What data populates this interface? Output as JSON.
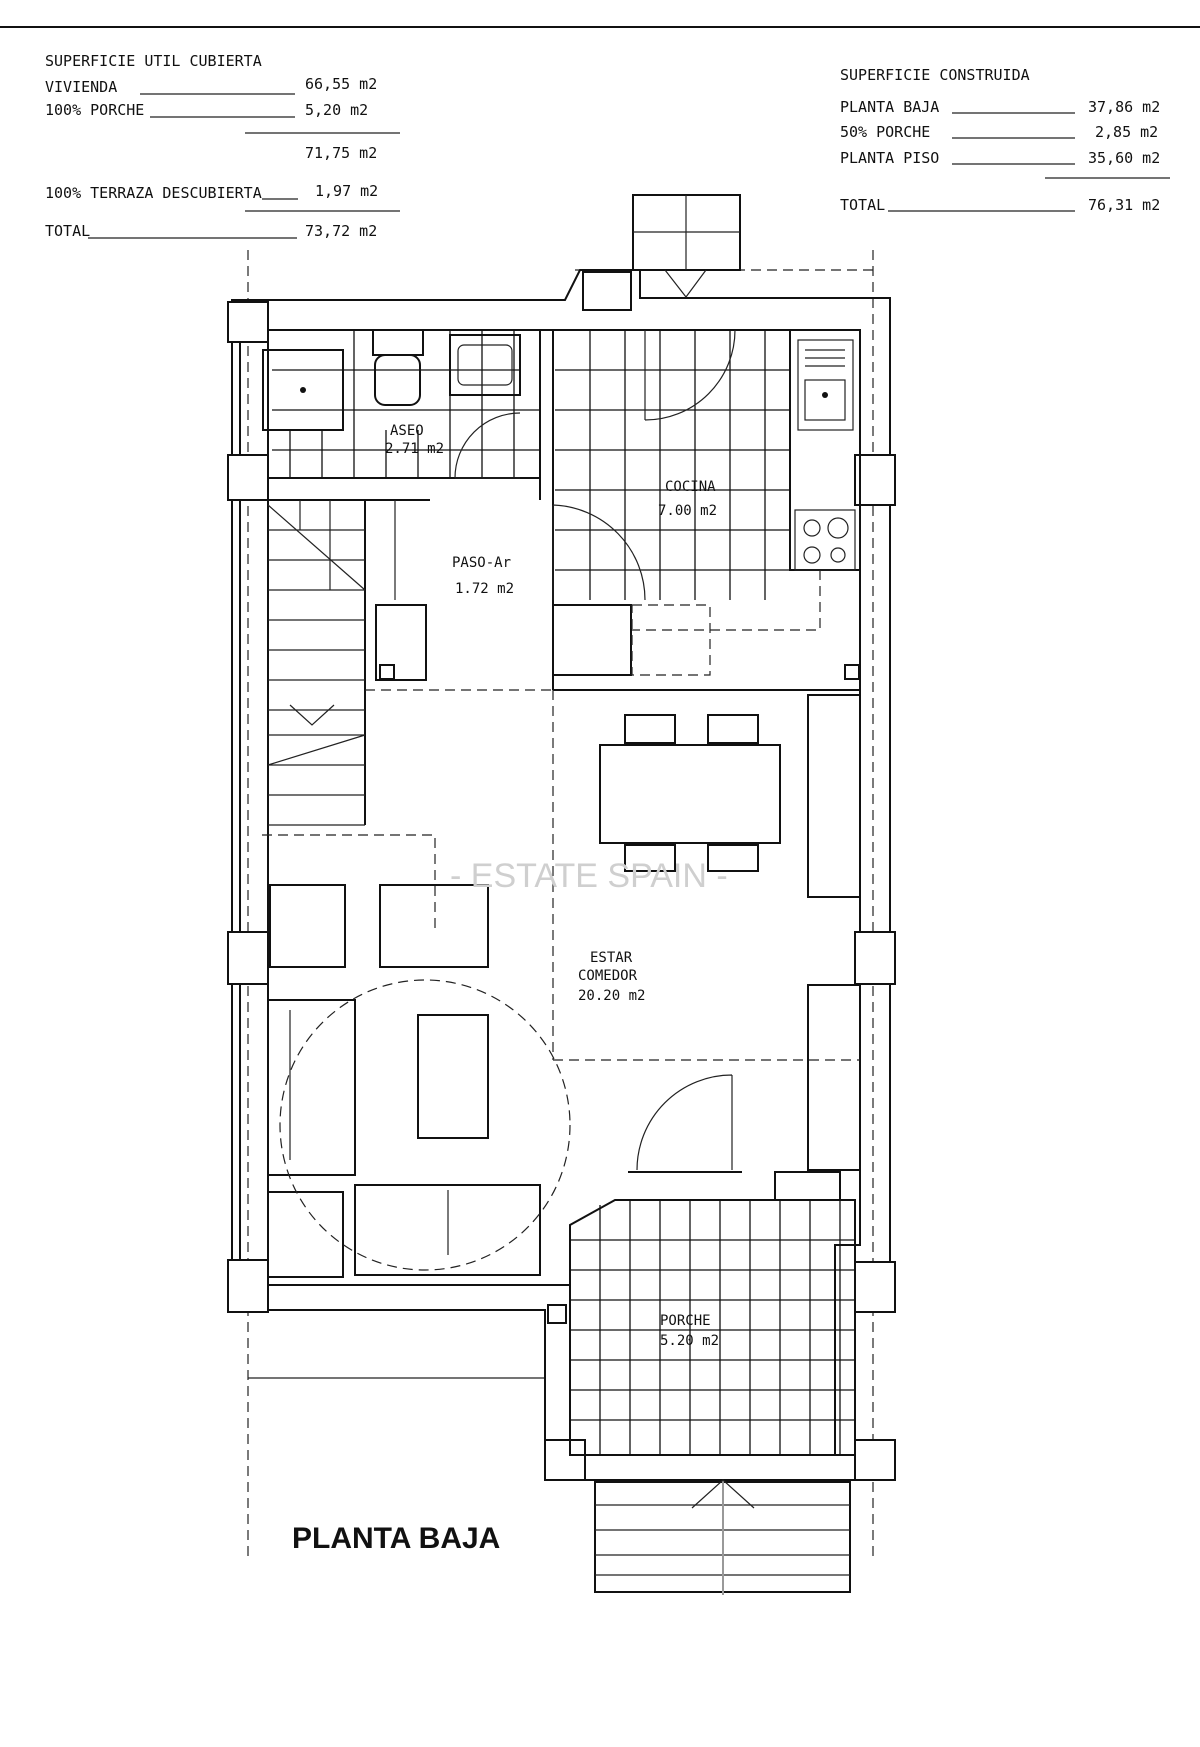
{
  "util_table": {
    "heading": "SUPERFICIE UTIL CUBIERTA",
    "rows": [
      {
        "label": "VIVIENDA",
        "value": "66,55 m2"
      },
      {
        "label": "100% PORCHE",
        "value": "5,20 m2"
      }
    ],
    "subtotal": "71,75 m2",
    "terraza": {
      "label": "100% TERRAZA DESCUBIERTA",
      "value": "1,97 m2"
    },
    "total": {
      "label": "TOTAL",
      "value": "73,72 m2"
    }
  },
  "built_table": {
    "heading": "SUPERFICIE CONSTRUIDA",
    "rows": [
      {
        "label": "PLANTA BAJA",
        "value": "37,86 m2"
      },
      {
        "label": "50% PORCHE",
        "value": "2,85 m2"
      },
      {
        "label": "PLANTA PISO",
        "value": "35,60 m2"
      }
    ],
    "total": {
      "label": "TOTAL",
      "value": "76,31 m2"
    }
  },
  "rooms": {
    "aseo": {
      "name": "ASEO",
      "area": "2.71 m2"
    },
    "cocina": {
      "name": "COCINA",
      "area": "7.00 m2"
    },
    "paso": {
      "name": "PASO-Ar",
      "area": "1.72 m2"
    },
    "estar": {
      "name1": "ESTAR",
      "name2": "COMEDOR",
      "area": "20.20 m2"
    },
    "porche": {
      "name": "PORCHE",
      "area": "5.20 m2"
    }
  },
  "plan_title": "PLANTA BAJA",
  "watermark": "- ESTATE SPAIN -"
}
